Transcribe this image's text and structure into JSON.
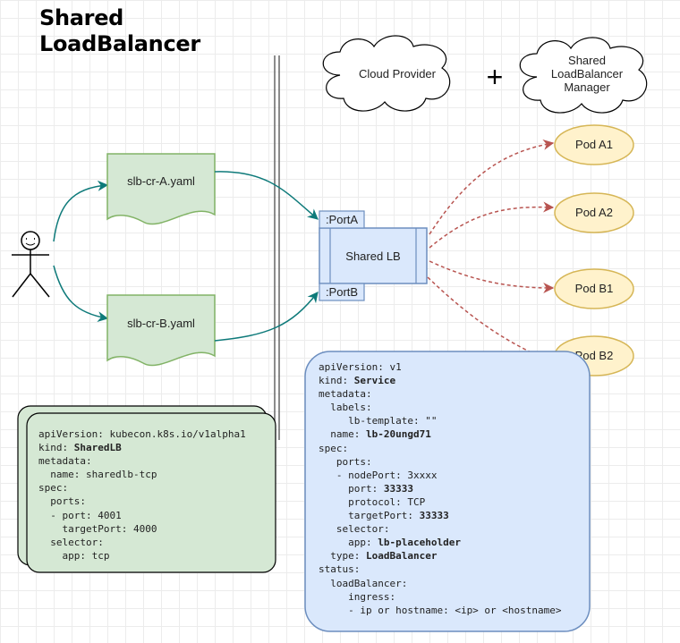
{
  "title": {
    "line1": "Shared",
    "line2": "LoadBalancer"
  },
  "clouds": {
    "provider": "Cloud Provider",
    "manager": "Shared\nLoadBalancer\nManager"
  },
  "plus": "+",
  "docs": {
    "a": "slb-cr-A.yaml",
    "b": "slb-cr-B.yaml"
  },
  "lb": {
    "label": "Shared LB",
    "port_a": ":PortA",
    "port_b": ":PortB"
  },
  "pods": [
    "Pod A1",
    "Pod A2",
    "Pod B1",
    "Pod B2"
  ],
  "colors": {
    "doc_fill": "#d5e8d4",
    "doc_stroke": "#82b366",
    "lb_fill": "#dae8fc",
    "lb_stroke": "#6c8ebf",
    "pod_fill": "#fff2cc",
    "pod_stroke": "#d6b656",
    "teal_arrow": "#0e7a7a",
    "red_arrow": "#b85450"
  },
  "shared_lb_yaml": [
    [
      [
        "apiVersion: kubecon.k8s.io/v1alpha1",
        false
      ]
    ],
    [
      [
        "kind: ",
        false
      ],
      [
        "SharedLB",
        true
      ]
    ],
    [
      [
        "metadata:",
        false
      ]
    ],
    [
      [
        "  name: sharedlb-tcp",
        false
      ]
    ],
    [
      [
        "spec:",
        false
      ]
    ],
    [
      [
        "  ports:",
        false
      ]
    ],
    [
      [
        "  - port: 4001",
        false
      ]
    ],
    [
      [
        "    targetPort: 4000",
        false
      ]
    ],
    [
      [
        "  selector:",
        false
      ]
    ],
    [
      [
        "    app: tcp",
        false
      ]
    ]
  ],
  "service_yaml": [
    [
      [
        "apiVersion: v1",
        false
      ]
    ],
    [
      [
        "kind: ",
        false
      ],
      [
        "Service",
        true
      ]
    ],
    [
      [
        "metadata:",
        false
      ]
    ],
    [
      [
        "  labels:",
        false
      ]
    ],
    [
      [
        "     lb-template: \"\"",
        false
      ]
    ],
    [
      [
        "  name: ",
        false
      ],
      [
        "lb-20ungd71",
        true
      ]
    ],
    [
      [
        "spec:",
        false
      ]
    ],
    [
      [
        "   ports:",
        false
      ]
    ],
    [
      [
        "   - nodePort: 3xxxx",
        false
      ]
    ],
    [
      [
        "     port: ",
        false
      ],
      [
        "33333",
        true
      ]
    ],
    [
      [
        "     protocol: TCP",
        false
      ]
    ],
    [
      [
        "     targetPort: ",
        false
      ],
      [
        "33333",
        true
      ]
    ],
    [
      [
        "   selector:",
        false
      ]
    ],
    [
      [
        "     app: ",
        false
      ],
      [
        "lb-placeholder",
        true
      ]
    ],
    [
      [
        "  type: ",
        false
      ],
      [
        "LoadBalancer",
        true
      ]
    ],
    [
      [
        "status:",
        false
      ]
    ],
    [
      [
        "  loadBalancer:",
        false
      ]
    ],
    [
      [
        "     ingress:",
        false
      ]
    ],
    [
      [
        "     - ip or hostname: <ip> or <hostname>",
        false
      ]
    ]
  ]
}
